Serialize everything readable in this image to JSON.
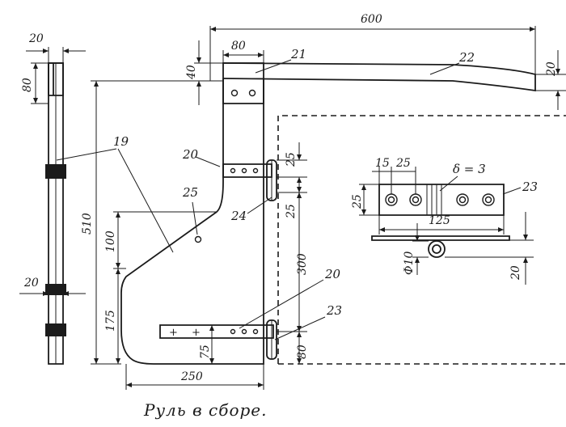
{
  "caption": "Руль в сборе.",
  "dimensions": {
    "left_width": "20",
    "left_top_height": "80",
    "left_mid_width": "20",
    "top_length": "600",
    "plate_width": "80",
    "plate_height": "40",
    "tip_height": "20",
    "overall_height": "510",
    "upper_bracket_height": "25",
    "upper_bracket_gap": "25",
    "mid_offset": "100",
    "lower_offset": "175",
    "span": "300",
    "lower_bracket_height": "75",
    "lower_gap": "80",
    "bottom_width": "250",
    "detail_pitch_a": "15",
    "detail_pitch_b": "25",
    "detail_thickness": "δ = 3",
    "detail_height": "25",
    "detail_length": "125",
    "detail_pin_diameter": "Ф10",
    "detail_pin_offset": "20",
    "cutout_label": "25"
  },
  "callouts": {
    "c19": "19",
    "c20a": "20",
    "c20b": "20",
    "c21": "21",
    "c22": "22",
    "c23a": "23",
    "c23b": "23",
    "c24": "24"
  }
}
